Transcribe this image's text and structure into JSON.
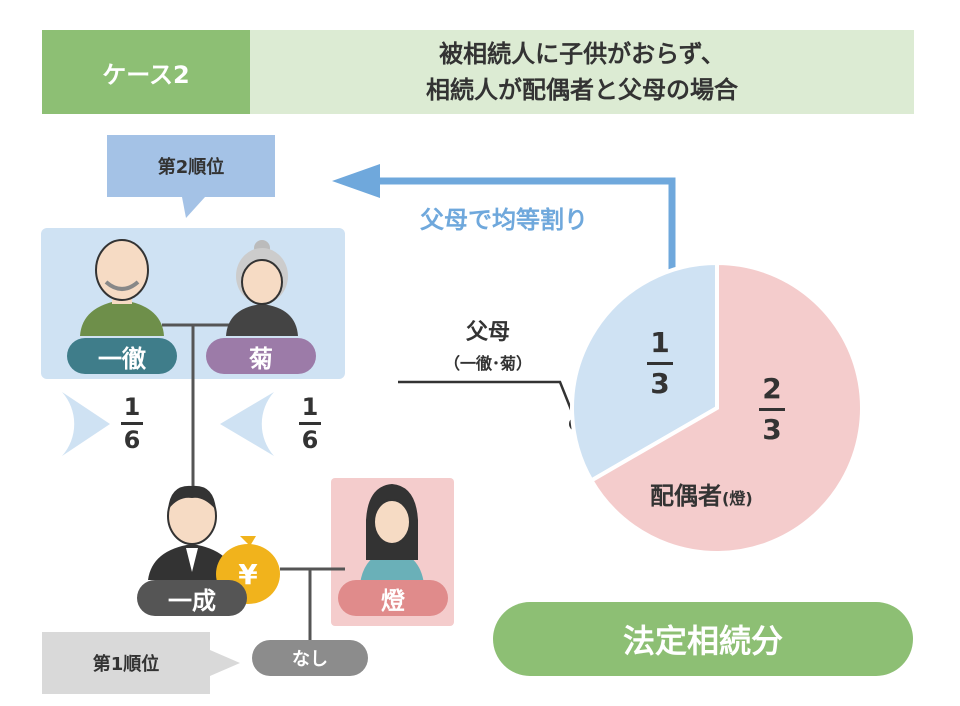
{
  "header": {
    "case_label": "ケース2",
    "title_line1": "被相続人に子供がおらず、",
    "title_line2": "相続人が配偶者と父母の場合"
  },
  "ranks": {
    "second": "第2順位",
    "first": "第1順位"
  },
  "people": {
    "father": "一徹",
    "mother": "菊",
    "deceased": "一成",
    "spouse": "燈",
    "child": "なし"
  },
  "parent_shares": {
    "father": {
      "numerator": "1",
      "denominator": "6"
    },
    "mother": {
      "numerator": "1",
      "denominator": "6"
    }
  },
  "arrow_label": "父母で均等割り",
  "parents_label": {
    "main": "父母",
    "sub": "（一徹･菊）"
  },
  "money_symbol": "¥",
  "result_label": "法定相続分",
  "colors": {
    "green": "#8dbf74",
    "light_green": "#dcebd3",
    "blue": "#6fa8dc",
    "light_blue": "#cfe2f3",
    "pink": "#f4cccc",
    "dark_pink": "#e06666"
  },
  "chart_data": {
    "type": "pie",
    "slices": [
      {
        "label": "父母",
        "numerator": "1",
        "denominator": "3",
        "value": 0.3333,
        "color": "#cfe2f3"
      },
      {
        "label": "配偶者",
        "sublabel": "(燈)",
        "numerator": "2",
        "denominator": "3",
        "value": 0.6667,
        "color": "#f4cccc"
      }
    ]
  }
}
